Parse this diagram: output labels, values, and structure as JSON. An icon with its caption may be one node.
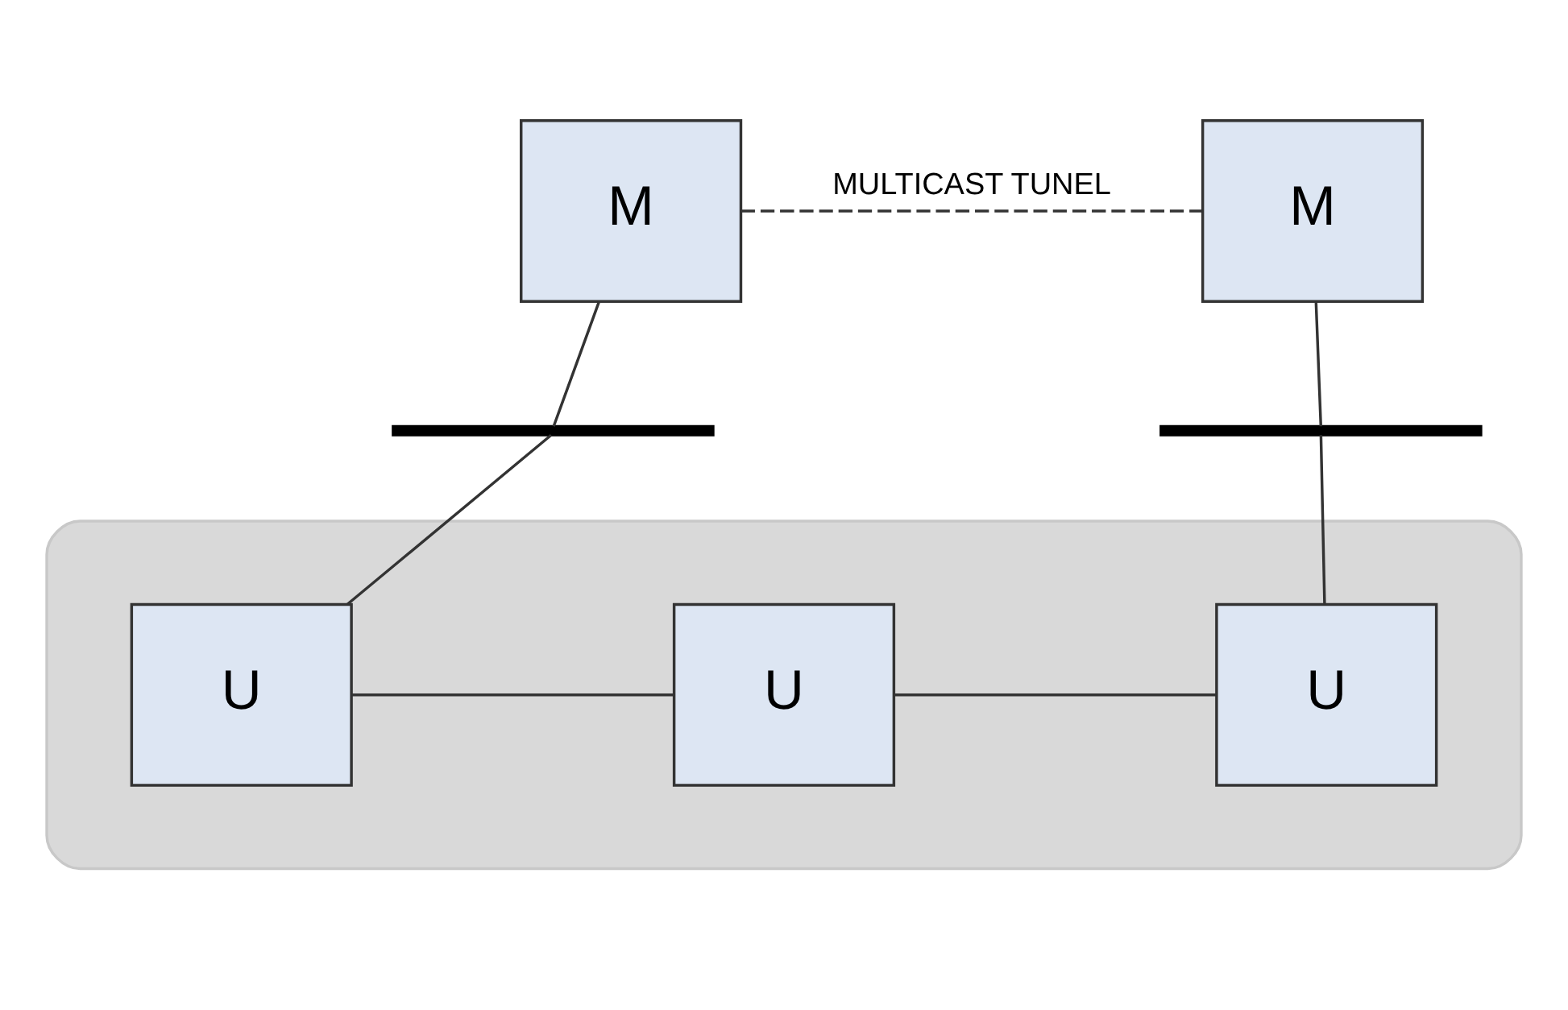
{
  "diagram": {
    "nodes": [
      {
        "text": [
          "M"
        ]
      },
      {
        "text": [
          "M"
        ]
      },
      {
        "text": [],
        "shape": "bar"
      },
      {
        "text": [],
        "shape": "bar"
      },
      {
        "text": [],
        "shape": "cloud"
      },
      {
        "text": [
          "U"
        ],
        "in": 4
      },
      {
        "text": [
          "U"
        ],
        "in": 4
      },
      {
        "text": [
          "U"
        ],
        "in": 4
      }
    ],
    "edges": [
      {
        "from": 0,
        "to": 1,
        "arrow": "none",
        "label": "MULTICAST TUNEL",
        "style": "dashed"
      },
      {
        "from": 0,
        "to": 2,
        "arrow": "none"
      },
      {
        "from": 2,
        "to": 5,
        "arrow": "none"
      },
      {
        "from": 1,
        "to": 3,
        "arrow": "none"
      },
      {
        "from": 3,
        "to": 7,
        "arrow": "none"
      },
      {
        "from": 5,
        "to": 6,
        "arrow": "none"
      },
      {
        "from": 6,
        "to": 7,
        "arrow": "none"
      }
    ]
  }
}
